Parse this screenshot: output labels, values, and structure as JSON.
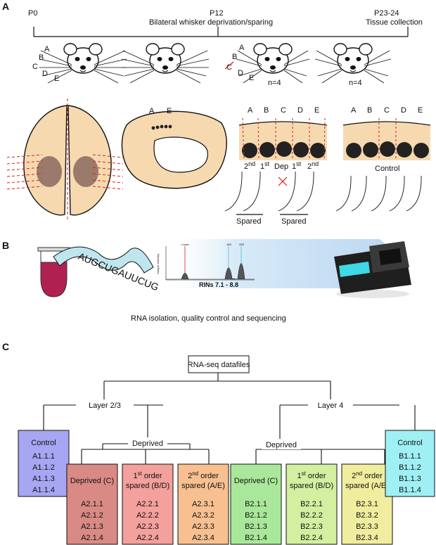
{
  "panels": {
    "a": "A",
    "b": "B",
    "c": "C"
  },
  "timeline": {
    "p0": "P0",
    "p12": "P12",
    "p12_desc": "Bilateral whisker deprivation/sparing",
    "p23": "P23-24",
    "p23_desc": "Tissue collection",
    "whisker_letters": [
      "A",
      "B",
      "C",
      "D",
      "E"
    ],
    "n_left": "n=4",
    "n_right": "n=4"
  },
  "anatomy": {
    "slice_letters": [
      "A",
      "E"
    ],
    "barrel_letters": [
      "A",
      "B",
      "C",
      "D",
      "E"
    ],
    "order_first": "1",
    "order_second": "2",
    "sup_nd": "nd",
    "sup_st": "st",
    "dep": "Dep",
    "spared": "Spared",
    "control": "Control"
  },
  "qc": {
    "rna_seq": "AUGCUGAUUCUG",
    "rins": "RINs 7.1 - 8.8",
    "chart_ylabel": "Sample intensity",
    "peak_lower": "Lower",
    "peak_18s": "18S",
    "peak_28s": "28S",
    "caption": "RNA isolation, quality control and sequencing"
  },
  "tree": {
    "root": "RNA-seq datafiles",
    "layer23": "Layer 2/3",
    "layer4": "Layer 4",
    "deprived_left": "Deprived",
    "deprived_right": "Deprived",
    "ord1": "1",
    "ord2": "2",
    "st": "st",
    "nd": "nd",
    "order_word": " order",
    "spared_bd": "spared (B/D)",
    "spared_ae": "spared (A/E)",
    "control_a_title": "Control",
    "control_a_items": [
      "A1.1.1",
      "A1.1.2",
      "A1.1.3",
      "A1.1.4"
    ],
    "dep_a_title": "Deprived (C)",
    "dep_a_items": [
      "A2.1.1",
      "A2.1.2",
      "A2.1.3",
      "A2.1.4"
    ],
    "s1_a_items": [
      "A2.2.1",
      "A2.2.2",
      "A2.2.3",
      "A2.2.4"
    ],
    "s2_a_items": [
      "A2.3.1",
      "A2.3.2",
      "A2.3.3",
      "A2.3.4"
    ],
    "dep_b_title": "Deprived (C)",
    "dep_b_items": [
      "B2.1.1",
      "B2.1.2",
      "B2.1.3",
      "B2.1.4"
    ],
    "s1_b_items": [
      "B2.2.1",
      "B2.2.2",
      "B2.2.3",
      "B2.2.4"
    ],
    "s2_b_items": [
      "B2.3.1",
      "B2.3.2",
      "B2.3.3",
      "B2.3.4"
    ],
    "control_b_title": "Control",
    "control_b_items": [
      "B1.1.1",
      "B1.1.2",
      "B1.1.3",
      "B1.1.4"
    ]
  },
  "colors": {
    "control_a": "#a6a6f2",
    "deprived": "#d98a84",
    "spared1": "#f4a09c",
    "spared2": "#f8c090",
    "dep_b": "#a9e89a",
    "spared1_b": "#d2f0a0",
    "spared2_b": "#f0ee9e",
    "control_b": "#9ff0f4",
    "tissue": "#f7d9b0",
    "red_line": "#d22222"
  }
}
